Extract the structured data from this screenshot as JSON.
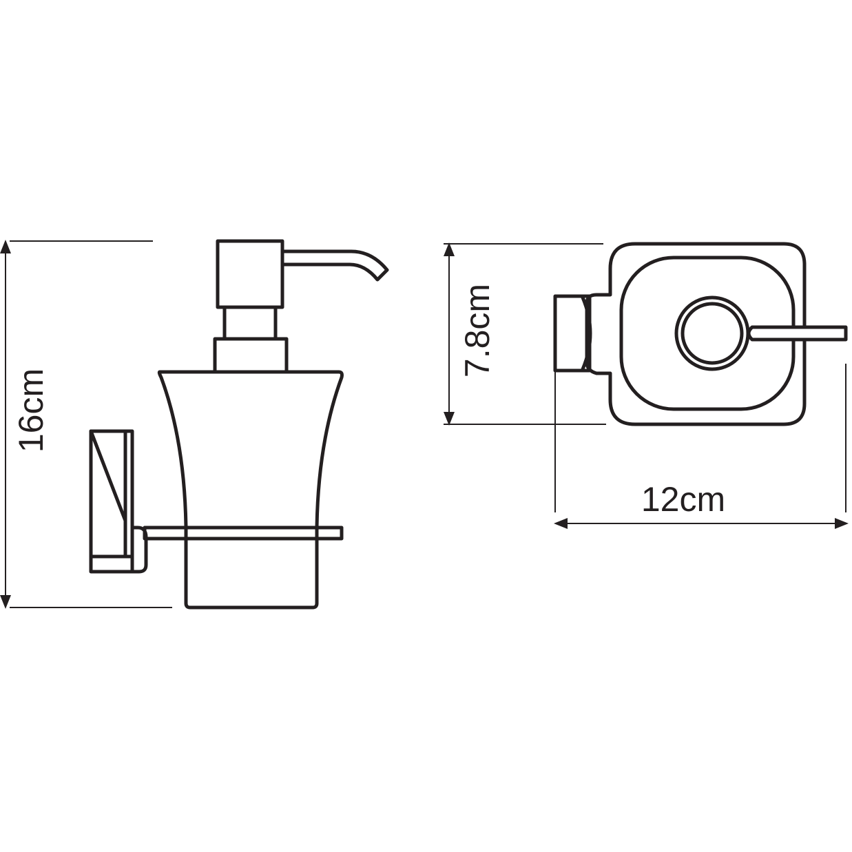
{
  "dimensions": {
    "height_label": "16cm",
    "depth_label": "7.8cm",
    "width_label": "12cm"
  },
  "colors": {
    "line": "#231f20",
    "background": "#ffffff"
  }
}
